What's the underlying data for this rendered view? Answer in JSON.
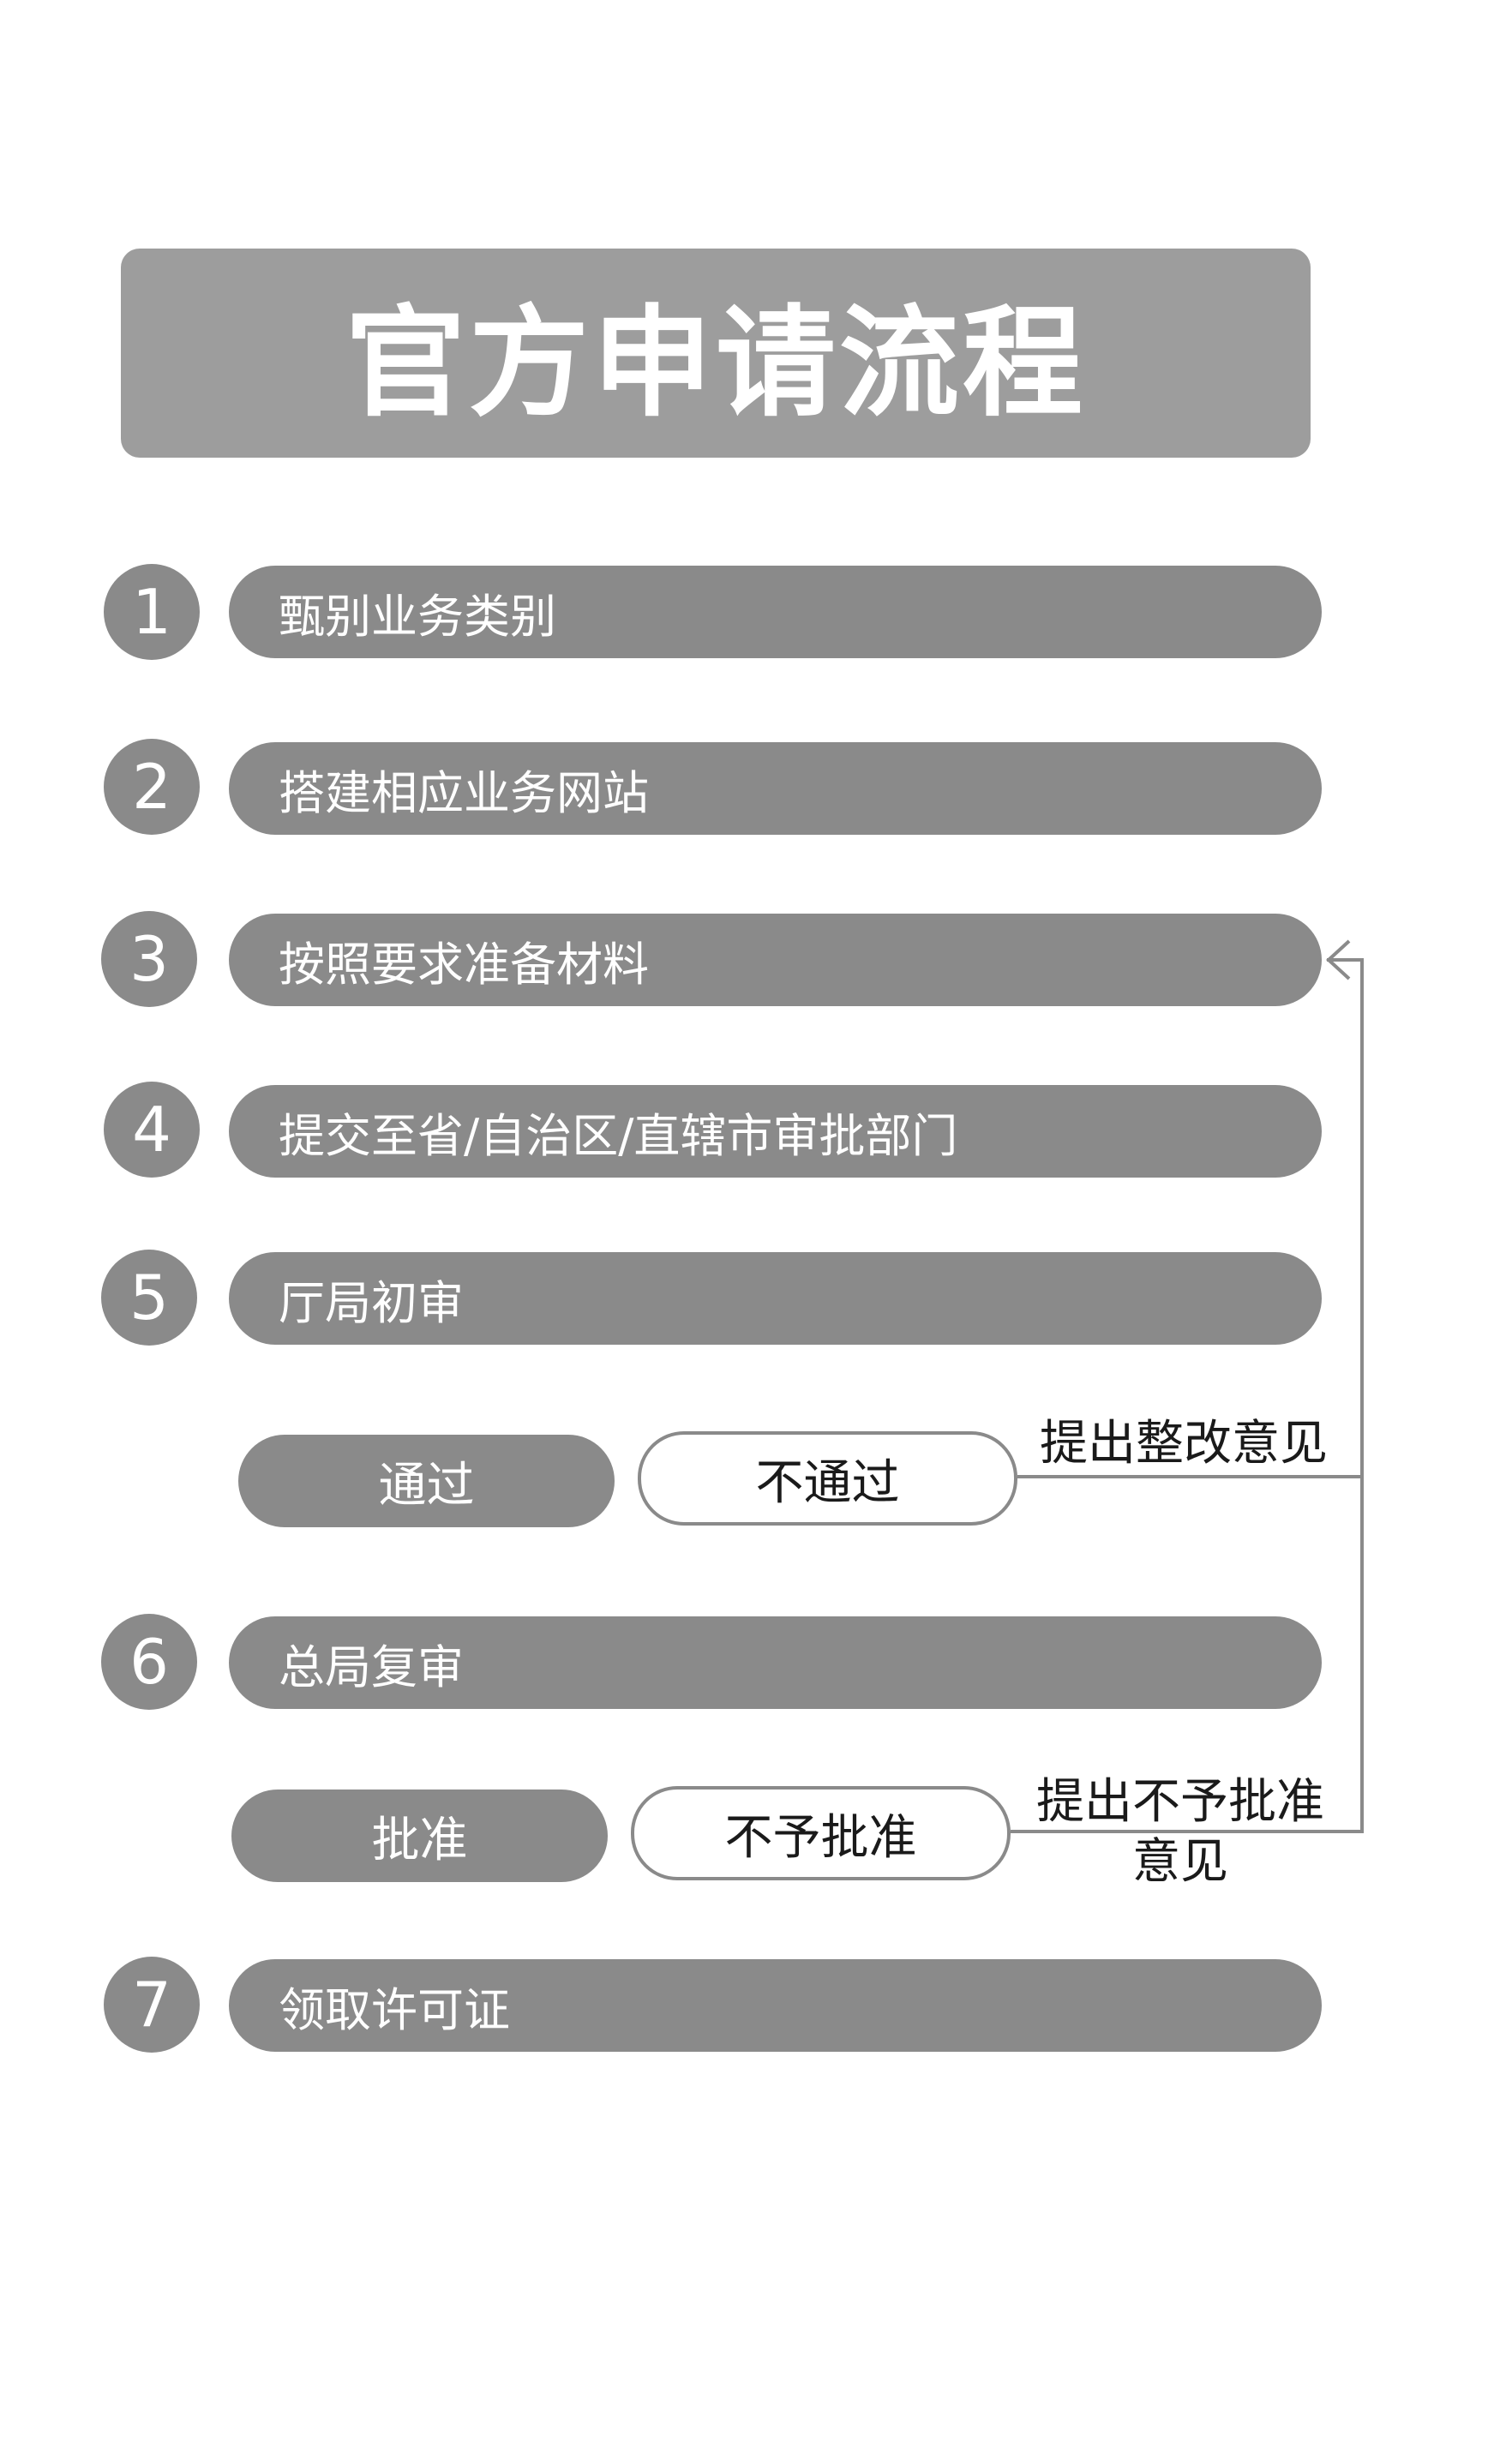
{
  "title": "官方申请流程",
  "steps": [
    {
      "num": "1",
      "label": "甄别业务类别"
    },
    {
      "num": "2",
      "label": "搭建相应业务网站"
    },
    {
      "num": "3",
      "label": "按照要求准备材料"
    },
    {
      "num": "4",
      "label": "提交至省/自治区/直辖市审批部门"
    },
    {
      "num": "5",
      "label": "厅局初审"
    },
    {
      "num": "6",
      "label": "总局复审"
    },
    {
      "num": "7",
      "label": "领取许可证"
    }
  ],
  "review1": {
    "pass": "通过",
    "fail": "不通过",
    "note": "提出整改意见"
  },
  "review2": {
    "pass": "批准",
    "fail": "不予批准",
    "note_line1": "提出不予批准",
    "note_line2": "意见"
  },
  "colors": {
    "title_bg": "#9d9d9d",
    "step_bg": "#8a8a8a",
    "line": "#8a8a8a"
  }
}
